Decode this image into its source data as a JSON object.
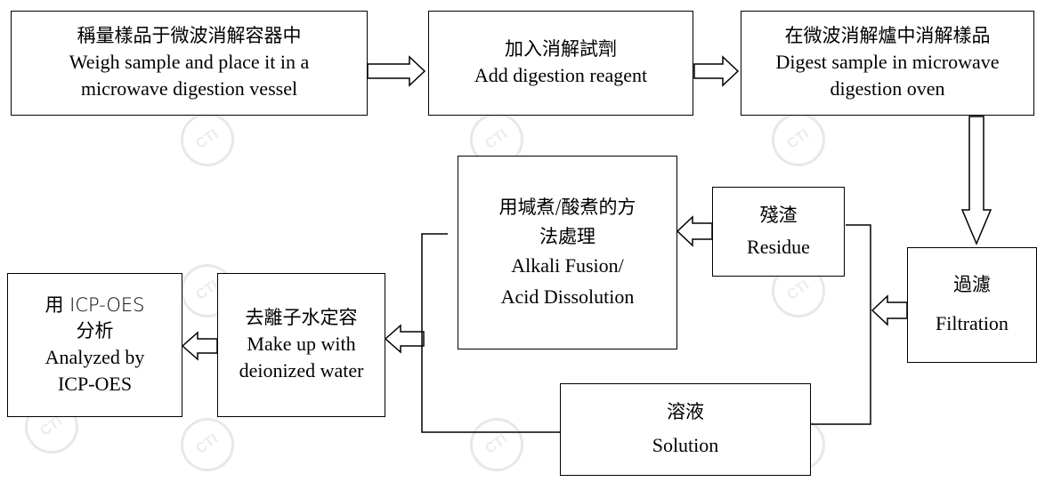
{
  "watermark": {
    "text": "CTI"
  },
  "steps": {
    "weigh": {
      "zh": "稱量樣品于微波消解容器中",
      "en1": "Weigh sample and place it in a",
      "en2": "microwave digestion vessel"
    },
    "reagent": {
      "zh": "加入消解試劑",
      "en1": "Add digestion reagent"
    },
    "digest": {
      "zh": "在微波消解爐中消解樣品",
      "en1": "Digest sample in microwave",
      "en2": "digestion oven"
    },
    "filtration": {
      "zh": "過濾",
      "en1": "Filtration"
    },
    "residue": {
      "zh": "殘渣",
      "en1": "Residue"
    },
    "fusion": {
      "zh1": "用堿煮/酸煮的方",
      "zh2": "法處理",
      "en1": "Alkali Fusion/",
      "en2": "Acid Dissolution"
    },
    "solution": {
      "zh": "溶液",
      "en1": "Solution"
    },
    "makeup": {
      "zh": "去離子水定容",
      "en1": "Make up with",
      "en2": "deionized water"
    },
    "analyze": {
      "zh1": "用 ICP-OES",
      "zh2": "分析",
      "en1": "Analyzed by",
      "en2": "ICP-OES"
    }
  }
}
